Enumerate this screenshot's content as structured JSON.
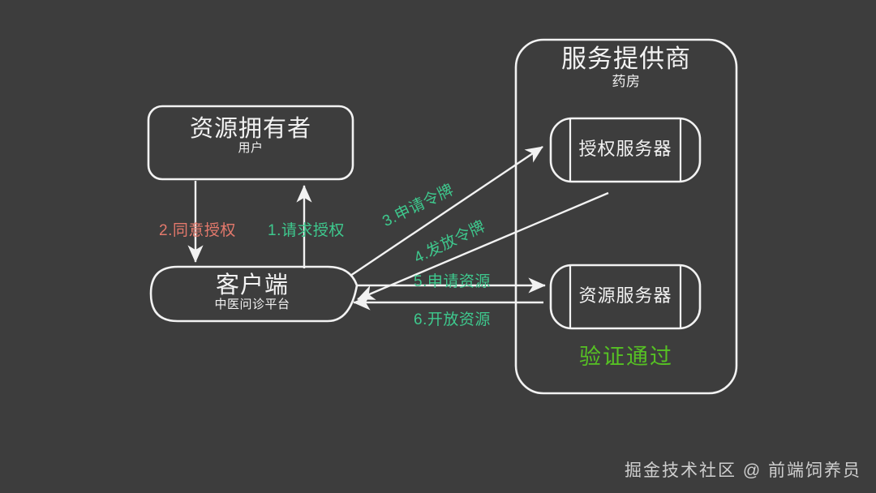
{
  "diagram": {
    "type": "flow-diagram",
    "background_color": "#3d3d3d",
    "stroke_color": "#f2f2f2",
    "title_color": "#f2f2f2",
    "provider": {
      "title": "服务提供商",
      "subtitle": "药房",
      "children": [
        {
          "label": "授权服务器",
          "shape": "predefined-process"
        },
        {
          "label": "资源服务器",
          "shape": "predefined-process"
        }
      ],
      "status": {
        "text": "验证通过",
        "color": "#56c124"
      }
    },
    "nodes": [
      {
        "id": "resource-owner",
        "label": "资源拥有者",
        "sublabel": "用户",
        "shape": "rounded-rect"
      },
      {
        "id": "client",
        "label": "客户端",
        "sublabel": "中医问诊平台",
        "shape": "rounded-hexagon"
      }
    ],
    "edges": [
      {
        "step": "1",
        "label": "1.请求授权",
        "color": "#3ec98e",
        "from": "client",
        "to": "resource-owner",
        "direction": "up"
      },
      {
        "step": "2",
        "label": "2.同意授权",
        "color": "#e4796c",
        "from": "resource-owner",
        "to": "client",
        "direction": "down"
      },
      {
        "step": "3",
        "label": "3.申请令牌",
        "color": "#3ec98e",
        "from": "client",
        "to": "授权服务器",
        "direction": "up-right"
      },
      {
        "step": "4",
        "label": "4.发放令牌",
        "color": "#3ec98e",
        "from": "授权服务器",
        "to": "client",
        "direction": "down-left"
      },
      {
        "step": "5",
        "label": "5.申请资源",
        "color": "#3ec98e",
        "from": "client",
        "to": "资源服务器",
        "direction": "right"
      },
      {
        "step": "6",
        "label": "6.开放资源",
        "color": "#3ec98e",
        "from": "资源服务器",
        "to": "client",
        "direction": "left"
      }
    ]
  },
  "watermark": "掘金技术社区 @ 前端饲养员"
}
